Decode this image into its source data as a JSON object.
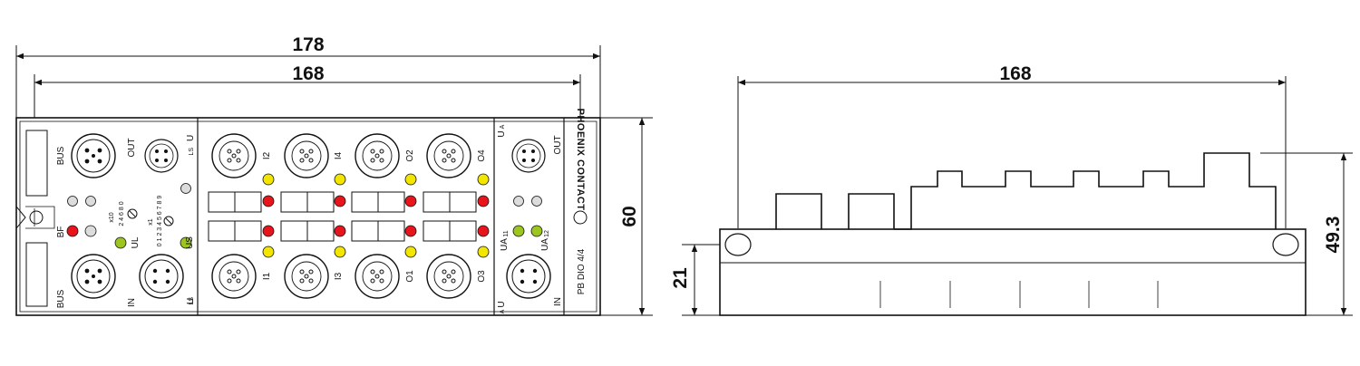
{
  "dimensions": {
    "front_overall_width": "178",
    "front_pitch_width": "168",
    "front_height": "60",
    "side_pitch_width": "168",
    "side_mount_height": "21",
    "side_overall_height": "49.3"
  },
  "labels": {
    "bus_top": "BUS",
    "bus_bottom": "BUS",
    "out_left": "OUT",
    "in_left": "IN",
    "uls_top": "U",
    "uls_top_sub": "LS",
    "uls_bottom": "U",
    "uls_bottom_sub": "LS",
    "ua_top": "U",
    "ua_top_sub": "A",
    "ua_bottom": "U",
    "ua_bottom_sub": "A",
    "out_right": "OUT",
    "in_right": "IN",
    "ch_i2": "I2",
    "ch_i4": "I4",
    "ch_o2": "O2",
    "ch_o4": "O4",
    "ch_i1": "I1",
    "ch_i3": "I3",
    "ch_o1": "O1",
    "ch_o3": "O3",
    "led_bf": "BF",
    "led_ul": "UL",
    "led_us": "US",
    "led_ua1": "UA",
    "led_ua1_sub": "11",
    "led_ua2": "UA",
    "led_ua2_sub": "12",
    "switch_x10": "x10",
    "switch_x1": "x1",
    "switch_digits_a": "2 4 6 8 0",
    "switch_digits_b": "0 1 2 3 4 5 6 7 8 9",
    "model": "PB DIO 4/4",
    "brand": "PHOENIX CONTACT"
  },
  "colors": {
    "line": "#111111",
    "led_red": "#e8141b",
    "led_yellow": "#f2e500",
    "led_green": "#9dc51f",
    "led_grey": "#dcdcdc"
  }
}
